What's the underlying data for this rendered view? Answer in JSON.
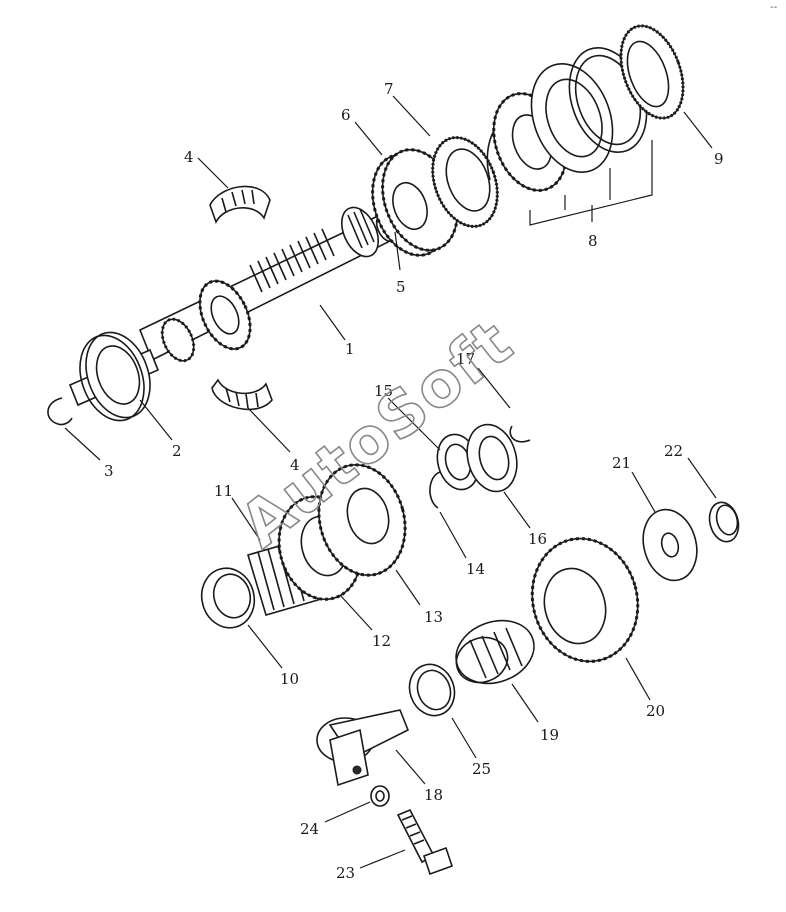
{
  "diagram": {
    "watermark": "AutoSoft",
    "corner_mark": "--",
    "callouts": [
      {
        "id": "1",
        "label": "1"
      },
      {
        "id": "2",
        "label": "2"
      },
      {
        "id": "3",
        "label": "3"
      },
      {
        "id": "4a",
        "label": "4"
      },
      {
        "id": "4b",
        "label": "4"
      },
      {
        "id": "5",
        "label": "5"
      },
      {
        "id": "6",
        "label": "6"
      },
      {
        "id": "7",
        "label": "7"
      },
      {
        "id": "8",
        "label": "8"
      },
      {
        "id": "9",
        "label": "9"
      },
      {
        "id": "10",
        "label": "10"
      },
      {
        "id": "11",
        "label": "11"
      },
      {
        "id": "12",
        "label": "12"
      },
      {
        "id": "13",
        "label": "13"
      },
      {
        "id": "14",
        "label": "14"
      },
      {
        "id": "15",
        "label": "15"
      },
      {
        "id": "16",
        "label": "16"
      },
      {
        "id": "17",
        "label": "17"
      },
      {
        "id": "18",
        "label": "18"
      },
      {
        "id": "19",
        "label": "19"
      },
      {
        "id": "20",
        "label": "20"
      },
      {
        "id": "21",
        "label": "21"
      },
      {
        "id": "22",
        "label": "22"
      },
      {
        "id": "23",
        "label": "23"
      },
      {
        "id": "24",
        "label": "24"
      },
      {
        "id": "25",
        "label": "25"
      }
    ]
  }
}
